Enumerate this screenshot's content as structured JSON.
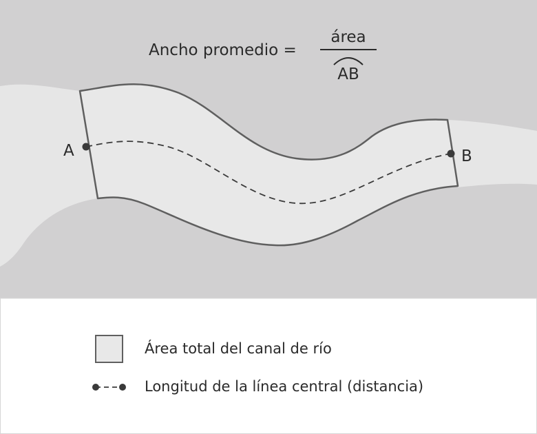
{
  "formula": {
    "lhs": "Ancho promedio =",
    "numerator": "área",
    "denominator": "AB"
  },
  "points": {
    "start": "A",
    "end": "B"
  },
  "legend": {
    "area_label": "Área total del canal de río",
    "line_label": "Longitud de la línea central (distancia)"
  },
  "colors": {
    "background": "#d1d0d1",
    "channel_fill": "#e8e8e8",
    "river_fill": "#e6e6e6",
    "outline": "#5f5f5f",
    "point": "#3a3a3a"
  }
}
